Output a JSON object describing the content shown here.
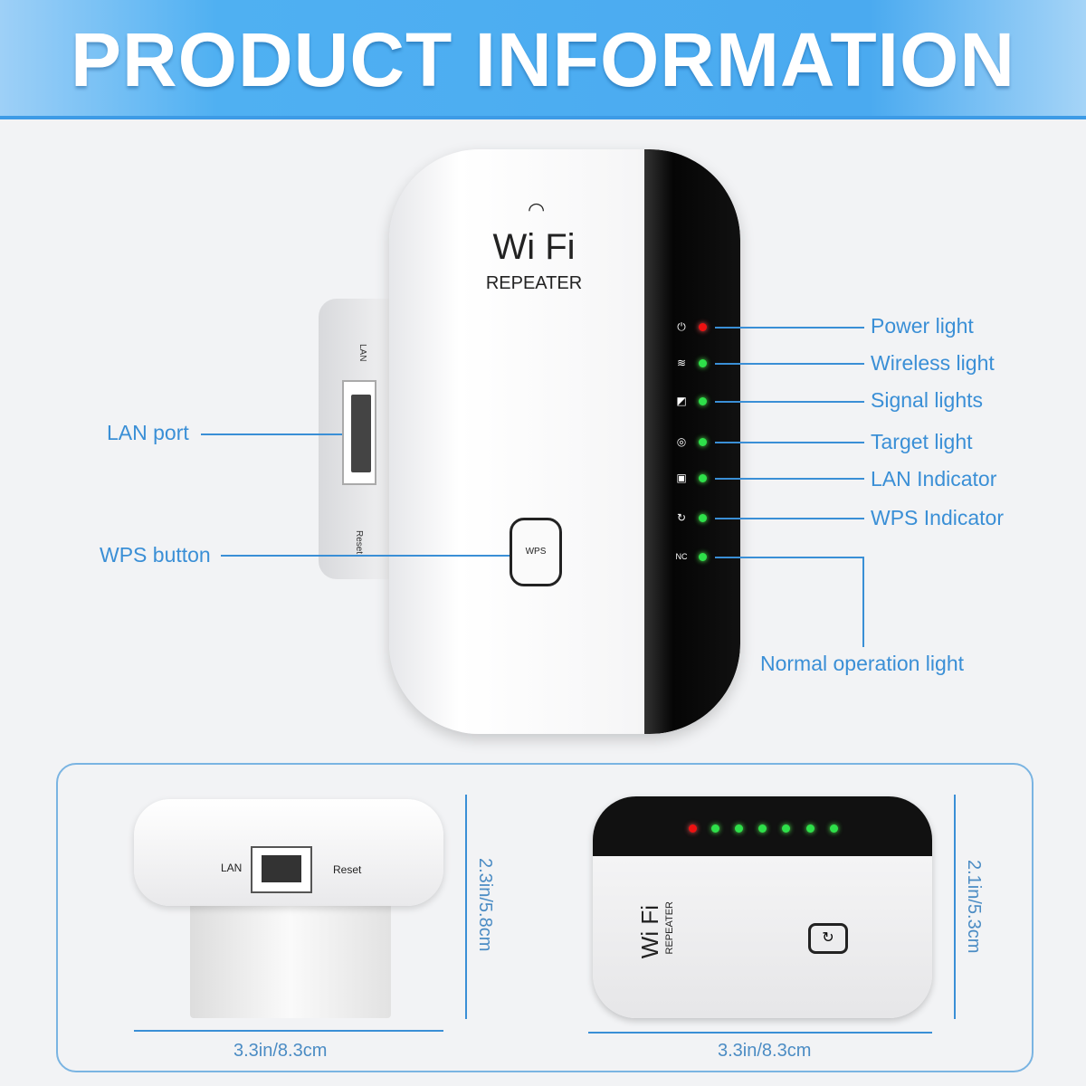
{
  "header": {
    "title": "PRODUCT INFORMATION"
  },
  "device": {
    "logo_text": "Wi Fi",
    "logo_sub": "REPEATER",
    "port_label": "LAN",
    "reset_label": "Reset",
    "wps_text": "WPS"
  },
  "callouts": {
    "left": [
      {
        "label": "LAN port"
      },
      {
        "label": "WPS button"
      }
    ],
    "right": [
      {
        "label": "Power light",
        "led": "red"
      },
      {
        "label": "Wireless light",
        "led": "green"
      },
      {
        "label": "Signal lights",
        "led": "green"
      },
      {
        "label": "Target light",
        "led": "green"
      },
      {
        "label": "LAN Indicator",
        "led": "green"
      },
      {
        "label": "WPS Indicator",
        "led": "green"
      },
      {
        "label": "Normal operation light",
        "led": "green"
      }
    ]
  },
  "dimensions": {
    "side_view": {
      "height": "2.3in/5.8cm",
      "width": "3.3in/8.3cm",
      "port_label": "LAN",
      "reset_label": "Reset"
    },
    "front_view": {
      "height": "2.1in/5.3cm",
      "width": "3.3in/8.3cm",
      "logo_text": "Wi Fi",
      "logo_sub": "REPEATER"
    }
  },
  "colors": {
    "accent": "#3a8fd6",
    "led_green": "#2ee04a",
    "led_red": "#e11111"
  }
}
